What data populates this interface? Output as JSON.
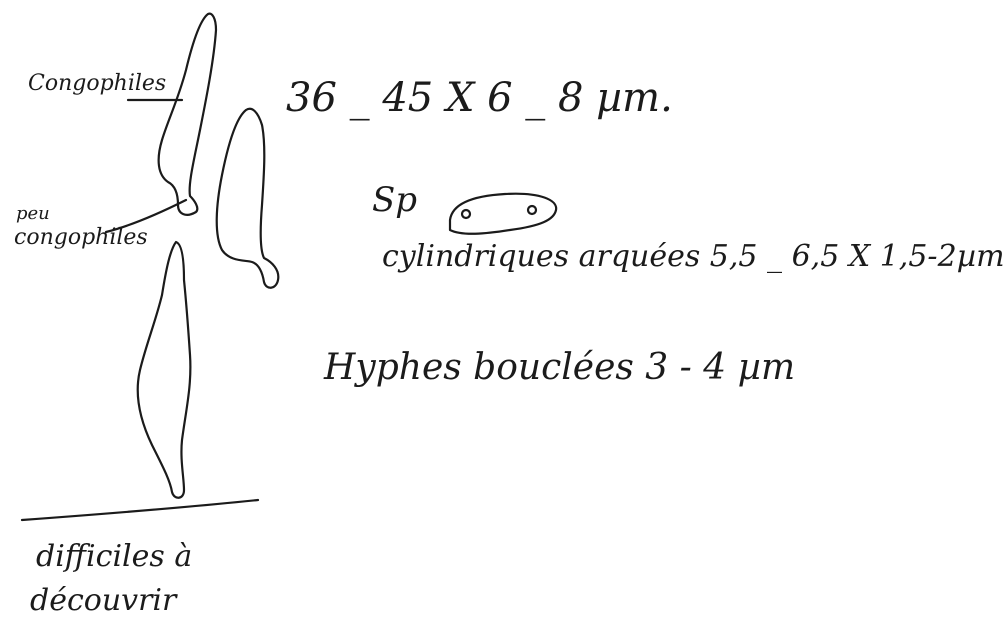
{
  "annotations": {
    "congophiles_label": "Congophiles",
    "peu_label": "peu",
    "peu_congophiles_label": "congophiles",
    "difficiles_line1": "difficiles à",
    "difficiles_line2": "découvrir"
  },
  "notes": {
    "dimensions": "36 _ 45 X 6 _ 8 µm.",
    "spore_abbrev": "Sp",
    "spore_description": "cylindriques arquées 5,5 _ 6,5 X 1,5-2µm",
    "hyphae": "Hyphes bouclées 3 - 4 µm"
  },
  "colors": {
    "ink": "#1b1b1b",
    "paper": "#ffffff"
  }
}
